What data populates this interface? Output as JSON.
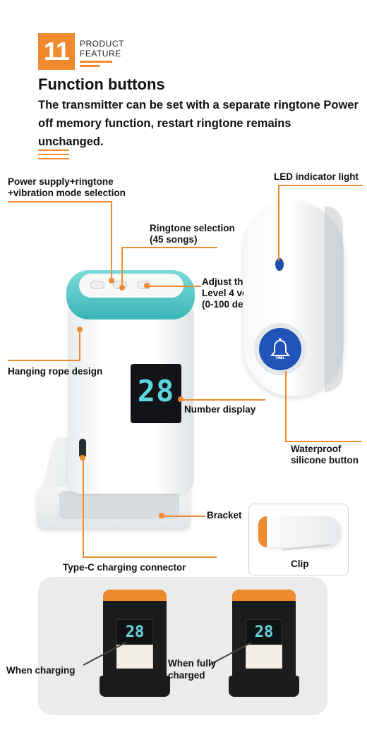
{
  "header": {
    "badge_number": "11",
    "feature_line1": "PRODUCT",
    "feature_line2": "FEATURE",
    "title": "Function buttons",
    "subtitle": "The transmitter can be set with a separate ringtone Power off memory function, restart ringtone remains unchanged."
  },
  "callouts": {
    "power_supply": "Power supply+ringtone",
    "vibration": "+vibration mode selection",
    "ringtone_selection": "Ringtone selection",
    "songs": "(45 songs)",
    "adjust_volume": "Adjust the volume",
    "level_volume": "Level 4 volume",
    "decibels": "(0-100 decibels)",
    "hanging_rope": "Hanging rope design",
    "number_display": "Number display",
    "bracket": "Bracket",
    "type_c": "Type-C charging connector",
    "led": "LED indicator light",
    "waterproof": "Waterproof",
    "silicone": "silicone button",
    "clip": "Clip"
  },
  "device": {
    "display_value": "28",
    "call_text": "CALL"
  },
  "states": {
    "charging": "When charging",
    "fully_line1": "When fully",
    "fully_line2": "charged",
    "mini_display_1": "28",
    "mini_display_2": "28"
  },
  "colors": {
    "accent": "#f08a2e",
    "teal": "#39b6b8",
    "call_button": "#2253b8"
  }
}
